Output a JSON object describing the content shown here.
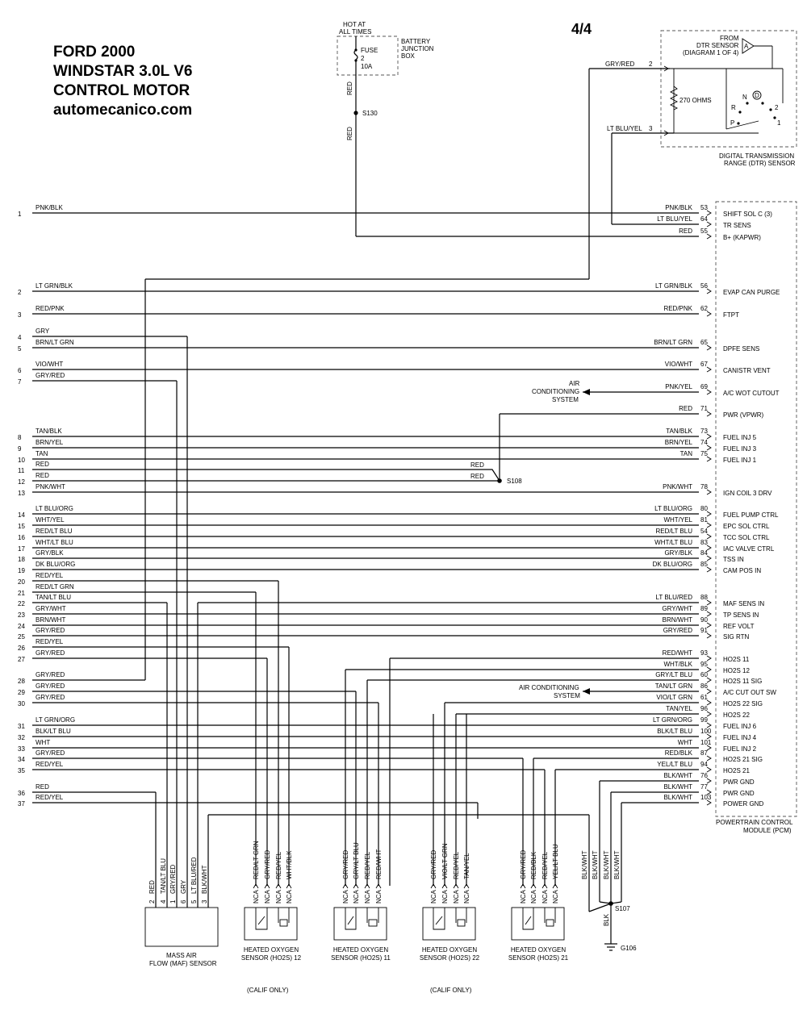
{
  "header": {
    "title_lines": [
      "FORD 2000",
      "WINDSTAR 3.0L V6",
      "CONTROL MOTOR",
      "automecanico.com"
    ],
    "page": "4/4"
  },
  "top": {
    "hot_at_all_times": [
      "HOT AT",
      "ALL TIMES"
    ],
    "fuse": [
      "FUSE",
      "2",
      "10A"
    ],
    "battery_junction_box": [
      "BATTERY",
      "JUNCTION",
      "BOX"
    ],
    "red_wire_1": "RED",
    "red_wire_2": "RED",
    "splice_s130": "S130"
  },
  "dtr": {
    "from_lines": [
      "FROM",
      "DTR SENSOR",
      "(DIAGRAM 1 OF 4)"
    ],
    "connector": "A",
    "resistor": "270 OHMS",
    "wire_gryred": "GRY/RED",
    "pin_gryred": "2",
    "wire_ltbluyel": "LT BLU/YEL",
    "pin_ltbluyel": "3",
    "pos_n": "N",
    "pos_d": "D",
    "pos_r": "R",
    "pos_2": "2",
    "pos_1": "1",
    "pos_p": "P",
    "label": [
      "DIGITAL TRANSMISSION",
      "RANGE (DTR) SENSOR"
    ]
  },
  "left_rows": [
    {
      "num": "1",
      "color": "PNK/BLK"
    },
    {
      "num": "2",
      "color": "LT GRN/BLK"
    },
    {
      "num": "3",
      "color": "RED/PNK"
    },
    {
      "num": "4",
      "color": "GRY"
    },
    {
      "num": "5",
      "color": "BRN/LT GRN"
    },
    {
      "num": "6",
      "color": "VIO/WHT"
    },
    {
      "num": "7",
      "color": "GRY/RED"
    },
    {
      "num": "8",
      "color": "TAN/BLK"
    },
    {
      "num": "9",
      "color": "BRN/YEL"
    },
    {
      "num": "10",
      "color": "TAN"
    },
    {
      "num": "11",
      "color": "RED"
    },
    {
      "num": "12",
      "color": "RED"
    },
    {
      "num": "13",
      "color": "PNK/WHT"
    },
    {
      "num": "14",
      "color": "LT BLU/ORG"
    },
    {
      "num": "15",
      "color": "WHT/YEL"
    },
    {
      "num": "16",
      "color": "RED/LT BLU"
    },
    {
      "num": "17",
      "color": "WHT/LT BLU"
    },
    {
      "num": "18",
      "color": "GRY/BLK"
    },
    {
      "num": "19",
      "color": "DK BLU/ORG"
    },
    {
      "num": "20",
      "color": "RED/YEL"
    },
    {
      "num": "21",
      "color": "RED/LT GRN"
    },
    {
      "num": "22",
      "color": "TAN/LT BLU"
    },
    {
      "num": "23",
      "color": "GRY/WHT"
    },
    {
      "num": "24",
      "color": "BRN/WHT"
    },
    {
      "num": "25",
      "color": "GRY/RED"
    },
    {
      "num": "26",
      "color": "RED/YEL"
    },
    {
      "num": "27",
      "color": "GRY/RED"
    },
    {
      "num": "28",
      "color": "GRY/RED"
    },
    {
      "num": "29",
      "color": "GRY/RED"
    },
    {
      "num": "30",
      "color": "GRY/RED"
    },
    {
      "num": "31",
      "color": "LT GRN/ORG"
    },
    {
      "num": "32",
      "color": "BLK/LT BLU"
    },
    {
      "num": "33",
      "color": "WHT"
    },
    {
      "num": "34",
      "color": "GRY/RED"
    },
    {
      "num": "35",
      "color": "RED/YEL"
    },
    {
      "num": "36",
      "color": "RED"
    },
    {
      "num": "37",
      "color": "RED/YEL"
    }
  ],
  "pcm_pins": [
    {
      "color": "PNK/BLK",
      "pin": "53",
      "func": "SHIFT SOL C (3)"
    },
    {
      "color": "LT BLU/YEL",
      "pin": "64",
      "func": "TR SENS"
    },
    {
      "color": "RED",
      "pin": "55",
      "func": "B+ (KAPWR)"
    },
    {
      "color": "LT GRN/BLK",
      "pin": "56",
      "func": "EVAP CAN PURGE"
    },
    {
      "color": "RED/PNK",
      "pin": "62",
      "func": "FTPT"
    },
    {
      "color": "BRN/LT GRN",
      "pin": "65",
      "func": "DPFE SENS"
    },
    {
      "color": "VIO/WHT",
      "pin": "67",
      "func": "CANISTR VENT"
    },
    {
      "color": "PNK/YEL",
      "pin": "69",
      "func": "A/C WOT CUTOUT"
    },
    {
      "color": "RED",
      "pin": "71",
      "func": "PWR (VPWR)"
    },
    {
      "color": "TAN/BLK",
      "pin": "73",
      "func": "FUEL INJ 5"
    },
    {
      "color": "BRN/YEL",
      "pin": "74",
      "func": "FUEL INJ 3"
    },
    {
      "color": "TAN",
      "pin": "75",
      "func": "FUEL INJ 1"
    },
    {
      "color": "PNK/WHT",
      "pin": "78",
      "func": "IGN COIL 3 DRV"
    },
    {
      "color": "LT BLU/ORG",
      "pin": "80",
      "func": "FUEL PUMP CTRL"
    },
    {
      "color": "WHT/YEL",
      "pin": "81",
      "func": "EPC SOL CTRL"
    },
    {
      "color": "RED/LT BLU",
      "pin": "54",
      "func": "TCC SOL CTRL"
    },
    {
      "color": "WHT/LT BLU",
      "pin": "83",
      "func": "IAC VALVE CTRL"
    },
    {
      "color": "GRY/BLK",
      "pin": "84",
      "func": "TSS IN"
    },
    {
      "color": "DK BLU/ORG",
      "pin": "85",
      "func": "CAM POS IN"
    },
    {
      "color": "LT BLU/RED",
      "pin": "88",
      "func": "MAF SENS IN"
    },
    {
      "color": "GRY/WHT",
      "pin": "89",
      "func": "TP SENS IN"
    },
    {
      "color": "BRN/WHT",
      "pin": "90",
      "func": "REF VOLT"
    },
    {
      "color": "GRY/RED",
      "pin": "91",
      "func": "SIG RTN"
    },
    {
      "color": "RED/WHT",
      "pin": "93",
      "func": "HO2S 11"
    },
    {
      "color": "WHT/BLK",
      "pin": "95",
      "func": "HO2S 12"
    },
    {
      "color": "GRY/LT BLU",
      "pin": "60",
      "func": "HO2S 11 SIG"
    },
    {
      "color": "TAN/LT GRN",
      "pin": "86",
      "func": "A/C CUT OUT SW"
    },
    {
      "color": "VIO/LT GRN",
      "pin": "61",
      "func": "HO2S 22 SIG"
    },
    {
      "color": "TAN/YEL",
      "pin": "96",
      "func": "HO2S 22"
    },
    {
      "color": "LT GRN/ORG",
      "pin": "99",
      "func": "FUEL INJ 6"
    },
    {
      "color": "BLK/LT BLU",
      "pin": "100",
      "func": "FUEL INJ 4"
    },
    {
      "color": "WHT",
      "pin": "101",
      "func": "FUEL INJ 2"
    },
    {
      "color": "RED/BLK",
      "pin": "87",
      "func": "HO2S 21 SIG"
    },
    {
      "color": "YEL/LT BLU",
      "pin": "94",
      "func": "HO2S 21"
    },
    {
      "color": "BLK/WHT",
      "pin": "76",
      "func": "PWR GND"
    },
    {
      "color": "BLK/WHT",
      "pin": "77",
      "func": "PWR GND"
    },
    {
      "color": "BLK/WHT",
      "pin": "103",
      "func": "POWER GND"
    }
  ],
  "pcm_label": [
    "POWERTRAIN CONTROL",
    "MODULE (PCM)"
  ],
  "ac_wot": [
    "AIR",
    "CONDITIONING",
    "SYSTEM"
  ],
  "ac_cutout": [
    "AIR CONDITIONING",
    "SYSTEM"
  ],
  "s108": {
    "red1": "RED",
    "red2": "RED",
    "label": "S108"
  },
  "maf": {
    "pins": [
      {
        "num": "2",
        "color": "RED"
      },
      {
        "num": "4",
        "color": "TAN/LT BLU"
      },
      {
        "num": "1",
        "color": "GRY/RED"
      },
      {
        "num": "6",
        "color": "GRY"
      },
      {
        "num": "5",
        "color": "LT BLU/RED"
      },
      {
        "num": "3",
        "color": "BLK/WHT"
      }
    ],
    "label": [
      "MASS AIR",
      "FLOW (MAF) SENSOR"
    ]
  },
  "ho2s": [
    {
      "wires": [
        "RED/LT GRN",
        "GRY/RED",
        "RED/YEL",
        "WHT/BLK"
      ],
      "label": [
        "HEATED OXYGEN",
        "SENSOR (HO2S) 12"
      ]
    },
    {
      "wires": [
        "GRY/RED",
        "GRY/LT BLU",
        "RED/YEL",
        "RED/WHT"
      ],
      "label": [
        "HEATED OXYGEN",
        "SENSOR (HO2S) 11"
      ]
    },
    {
      "wires": [
        "GRY/RED",
        "VIO/LT GRN",
        "RED/YEL",
        "TAN/YEL"
      ],
      "label": [
        "HEATED OXYGEN",
        "SENSOR (HO2S) 22"
      ]
    },
    {
      "wires": [
        "GRY/RED",
        "RED/BLK",
        "RED/YEL",
        "YEL/LT BLU"
      ],
      "label": [
        "HEATED OXYGEN",
        "SENSOR (HO2S) 21"
      ]
    }
  ],
  "nca": "NCA",
  "calif_only_1": "(CALIF ONLY)",
  "calif_only_2": "(CALIF ONLY)",
  "ground": {
    "wires": [
      "BLK/WHT",
      "BLK/WHT",
      "BLK/WHT",
      "BLK/WHT"
    ],
    "s107": "S107",
    "blk": "BLK",
    "g106": "G106"
  }
}
